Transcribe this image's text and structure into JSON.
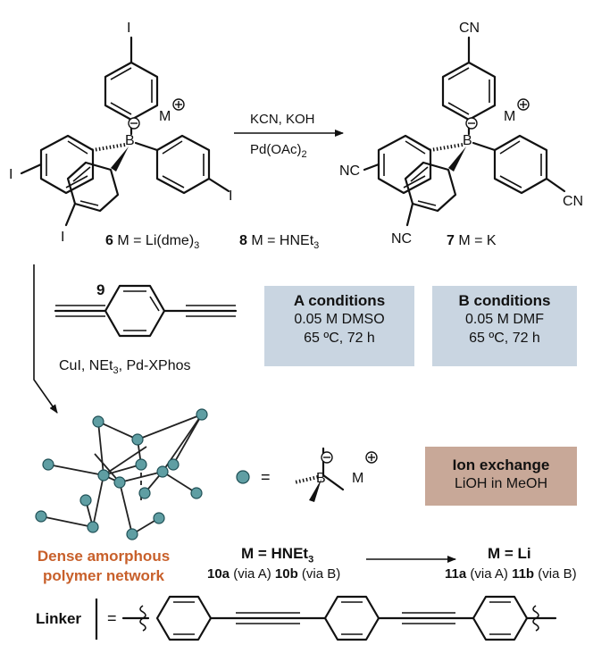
{
  "reagents_top": {
    "line1": "KCN, KOH",
    "line2_main": "Pd(OAc)",
    "line2_sub": "2"
  },
  "compound6": {
    "num": "6",
    "text": " M = Li(dme)",
    "sub": "3"
  },
  "compound8": {
    "num": "8",
    "text": " M = HNEt",
    "sub": "3"
  },
  "compound7": {
    "num": "7",
    "text": " M = K"
  },
  "atoms": {
    "iodine": "I",
    "boron": "B",
    "cation": "M",
    "nitrile_right": "CN",
    "nitrile_left": "NC"
  },
  "linker_compound": {
    "num": "9"
  },
  "coupling": {
    "main": "CuI, NEt",
    "sub": "3",
    "rest": ", Pd-XPhos"
  },
  "cond_A": {
    "title": "A conditions",
    "line1": "0.05 M  DMSO",
    "line2": "65 ºC, 72 h"
  },
  "cond_B": {
    "title": "B conditions",
    "line1": "0.05 M  DMF",
    "line2": "65 ºC, 72 h"
  },
  "ion_exchange": {
    "title": "Ion exchange",
    "line1": "LiOH in MeOH"
  },
  "network_label": {
    "line1": "Dense amorphous",
    "line2": "polymer network"
  },
  "equals": "=",
  "left_product": {
    "header_main": "M = HNEt",
    "header_sub": "3",
    "a": "10a",
    "a_via": " (via A) ",
    "b": "10b",
    "b_via": " (via B)"
  },
  "right_product": {
    "header": "M = Li",
    "a": "11a",
    "a_via": " (via A) ",
    "b": "11b",
    "b_via": " (via B)"
  },
  "linker_row": {
    "label": "Linker"
  },
  "colors": {
    "node_fill": "#5f9ea3",
    "blue_box": "#c9d5e1",
    "tan_box": "#c8a898",
    "orange_text": "#c8602b"
  }
}
